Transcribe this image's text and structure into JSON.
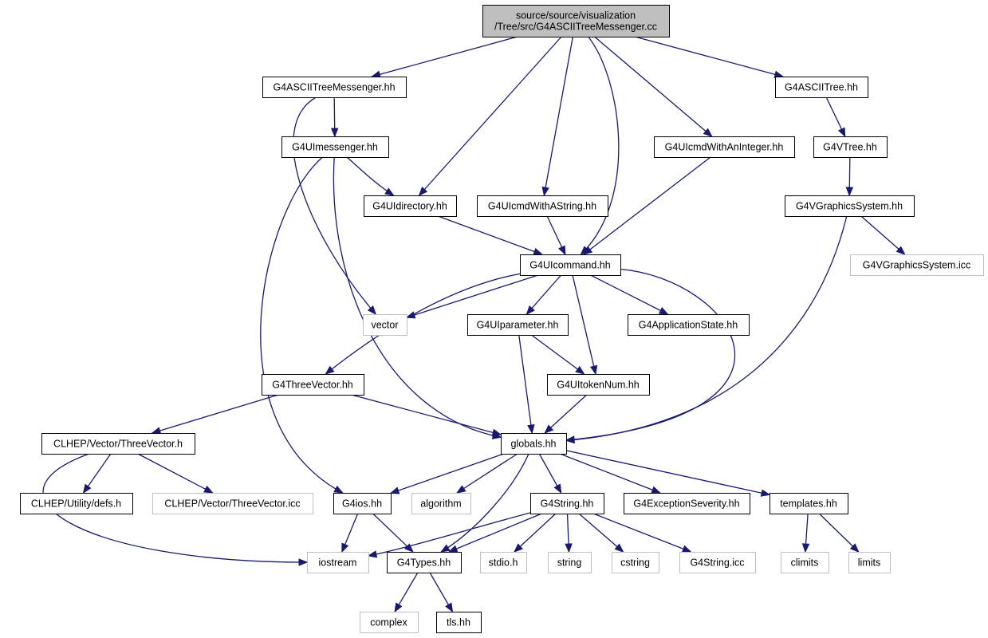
{
  "diagram": {
    "type": "include-dependency-graph",
    "colors": {
      "root_fill": "#bfbfbf",
      "internal_border": "#000000",
      "external_border": "#bfbfbf",
      "edge": "#191970",
      "background": "#ffffff"
    },
    "nodes": [
      {
        "id": "root",
        "label": "source/source/visualization\n/Tree/src/G4ASCIITreeMessenger.cc",
        "kind": "root"
      },
      {
        "id": "atm",
        "label": "G4ASCIITreeMessenger.hh",
        "kind": "internal"
      },
      {
        "id": "at",
        "label": "G4ASCIITree.hh",
        "kind": "internal"
      },
      {
        "id": "uim",
        "label": "G4UImessenger.hh",
        "kind": "internal"
      },
      {
        "id": "uici",
        "label": "G4UIcmdWithAnInteger.hh",
        "kind": "internal"
      },
      {
        "id": "vt",
        "label": "G4VTree.hh",
        "kind": "internal"
      },
      {
        "id": "uid",
        "label": "G4UIdirectory.hh",
        "kind": "internal"
      },
      {
        "id": "uics",
        "label": "G4UIcmdWithAString.hh",
        "kind": "internal"
      },
      {
        "id": "vgs",
        "label": "G4VGraphicsSystem.hh",
        "kind": "internal"
      },
      {
        "id": "uic",
        "label": "G4UIcommand.hh",
        "kind": "internal"
      },
      {
        "id": "vgsicc",
        "label": "G4VGraphicsSystem.icc",
        "kind": "external"
      },
      {
        "id": "vector",
        "label": "vector",
        "kind": "external"
      },
      {
        "id": "uip",
        "label": "G4UIparameter.hh",
        "kind": "internal"
      },
      {
        "id": "appstate",
        "label": "G4ApplicationState.hh",
        "kind": "internal"
      },
      {
        "id": "tv",
        "label": "G4ThreeVector.hh",
        "kind": "internal"
      },
      {
        "id": "tok",
        "label": "G4UItokenNum.hh",
        "kind": "internal"
      },
      {
        "id": "clhepv",
        "label": "CLHEP/Vector/ThreeVector.h",
        "kind": "internal"
      },
      {
        "id": "globals",
        "label": "globals.hh",
        "kind": "internal"
      },
      {
        "id": "defs",
        "label": "CLHEP/Utility/defs.h",
        "kind": "internal"
      },
      {
        "id": "clhepicc",
        "label": "CLHEP/Vector/ThreeVector.icc",
        "kind": "external"
      },
      {
        "id": "ios",
        "label": "G4ios.hh",
        "kind": "internal"
      },
      {
        "id": "algorithm",
        "label": "algorithm",
        "kind": "external"
      },
      {
        "id": "g4string",
        "label": "G4String.hh",
        "kind": "internal"
      },
      {
        "id": "excsev",
        "label": "G4ExceptionSeverity.hh",
        "kind": "internal"
      },
      {
        "id": "templates",
        "label": "templates.hh",
        "kind": "internal"
      },
      {
        "id": "iostream",
        "label": "iostream",
        "kind": "external"
      },
      {
        "id": "types",
        "label": "G4Types.hh",
        "kind": "internal"
      },
      {
        "id": "stdio",
        "label": "stdio.h",
        "kind": "external"
      },
      {
        "id": "string",
        "label": "string",
        "kind": "external"
      },
      {
        "id": "cstring",
        "label": "cstring",
        "kind": "external"
      },
      {
        "id": "stricc",
        "label": "G4String.icc",
        "kind": "external"
      },
      {
        "id": "climits",
        "label": "climits",
        "kind": "external"
      },
      {
        "id": "limits",
        "label": "limits",
        "kind": "external"
      },
      {
        "id": "complex",
        "label": "complex",
        "kind": "external"
      },
      {
        "id": "tls",
        "label": "tls.hh",
        "kind": "internal"
      }
    ],
    "edges": [
      [
        "root",
        "atm"
      ],
      [
        "root",
        "uid"
      ],
      [
        "root",
        "uics"
      ],
      [
        "root",
        "uic"
      ],
      [
        "root",
        "uici"
      ],
      [
        "root",
        "at"
      ],
      [
        "atm",
        "uim"
      ],
      [
        "atm",
        "vector"
      ],
      [
        "uim",
        "uid"
      ],
      [
        "uim",
        "globals"
      ],
      [
        "uim",
        "ios"
      ],
      [
        "uid",
        "uic"
      ],
      [
        "uics",
        "uic"
      ],
      [
        "uici",
        "uic"
      ],
      [
        "at",
        "vt"
      ],
      [
        "vt",
        "vgs"
      ],
      [
        "vgs",
        "vgsicc"
      ],
      [
        "vgs",
        "globals"
      ],
      [
        "uic",
        "vector"
      ],
      [
        "uic",
        "uip"
      ],
      [
        "uic",
        "appstate"
      ],
      [
        "uic",
        "tok"
      ],
      [
        "uic",
        "tv"
      ],
      [
        "uic",
        "globals"
      ],
      [
        "uip",
        "tok"
      ],
      [
        "uip",
        "globals"
      ],
      [
        "tok",
        "globals"
      ],
      [
        "tv",
        "clhepv"
      ],
      [
        "tv",
        "globals"
      ],
      [
        "clhepv",
        "defs"
      ],
      [
        "clhepv",
        "clhepicc"
      ],
      [
        "clhepv",
        "iostream"
      ],
      [
        "globals",
        "ios"
      ],
      [
        "globals",
        "algorithm"
      ],
      [
        "globals",
        "g4string"
      ],
      [
        "globals",
        "excsev"
      ],
      [
        "globals",
        "templates"
      ],
      [
        "globals",
        "types"
      ],
      [
        "ios",
        "iostream"
      ],
      [
        "ios",
        "types"
      ],
      [
        "g4string",
        "iostream"
      ],
      [
        "g4string",
        "types"
      ],
      [
        "g4string",
        "stdio"
      ],
      [
        "g4string",
        "string"
      ],
      [
        "g4string",
        "cstring"
      ],
      [
        "g4string",
        "stricc"
      ],
      [
        "templates",
        "climits"
      ],
      [
        "templates",
        "limits"
      ],
      [
        "types",
        "complex"
      ],
      [
        "types",
        "tls"
      ]
    ]
  }
}
